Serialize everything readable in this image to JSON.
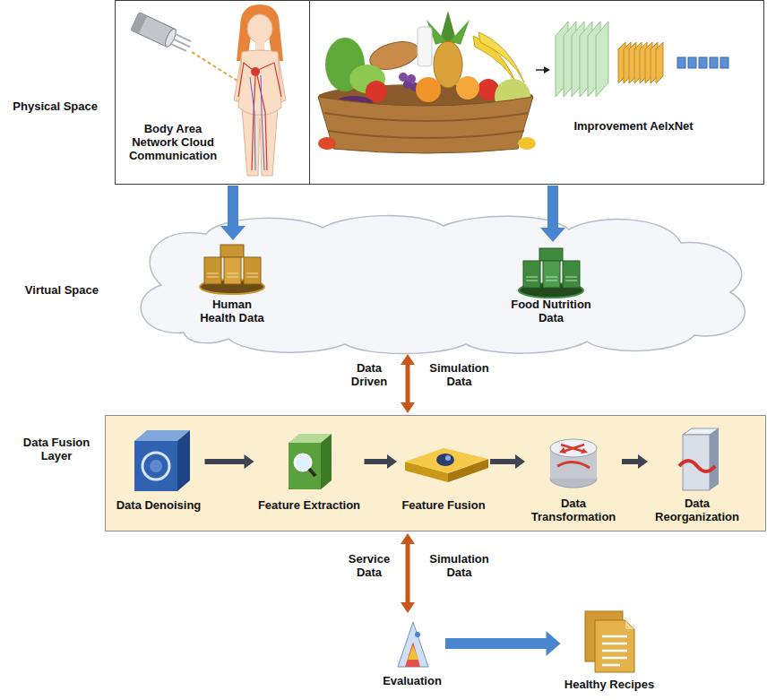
{
  "diagram": {
    "nodes": [
      {
        "text": [
          "Physical Space"
        ]
      },
      {
        "text": [
          "Body Area Network Cloud Communication"
        ],
        "in": 0
      },
      {
        "text": [
          "Improvement AelxNet"
        ],
        "in": 0
      },
      {
        "text": [
          "Virtual Space"
        ]
      },
      {
        "text": [
          "Human Health Data"
        ],
        "in": 3
      },
      {
        "text": [
          "Food Nutrition Data"
        ],
        "in": 3
      },
      {
        "text": [
          "Data Fusion Layer"
        ]
      },
      {
        "text": [
          "Data Denoising"
        ],
        "in": 6
      },
      {
        "text": [
          "Feature Extraction"
        ],
        "in": 6
      },
      {
        "text": [
          "Feature Fusion"
        ],
        "in": 6
      },
      {
        "text": [
          "Data Transformation"
        ],
        "in": 6
      },
      {
        "text": [
          "Data Reorganization"
        ],
        "in": 6
      },
      {
        "text": [
          "Evaluation"
        ]
      },
      {
        "text": [
          "Healthy Recipes"
        ]
      }
    ],
    "edges": [
      {
        "from": 1,
        "to": 4,
        "arrow": "to"
      },
      {
        "from": 2,
        "to": 5,
        "arrow": "to"
      },
      {
        "from": 3,
        "to": 6,
        "label": "Data Driven",
        "arrow": "both"
      },
      {
        "from": 7,
        "to": 8,
        "arrow": "to"
      },
      {
        "from": 8,
        "to": 9,
        "arrow": "to"
      },
      {
        "from": 9,
        "to": 10,
        "arrow": "to"
      },
      {
        "from": 10,
        "to": 11,
        "arrow": "to"
      },
      {
        "from": 6,
        "to": 12,
        "label": "Service Data",
        "arrow": "both"
      },
      {
        "from": 12,
        "to": 13,
        "arrow": "to"
      }
    ],
    "labels": [
      "Simulation Data",
      "Simulation Data"
    ]
  }
}
